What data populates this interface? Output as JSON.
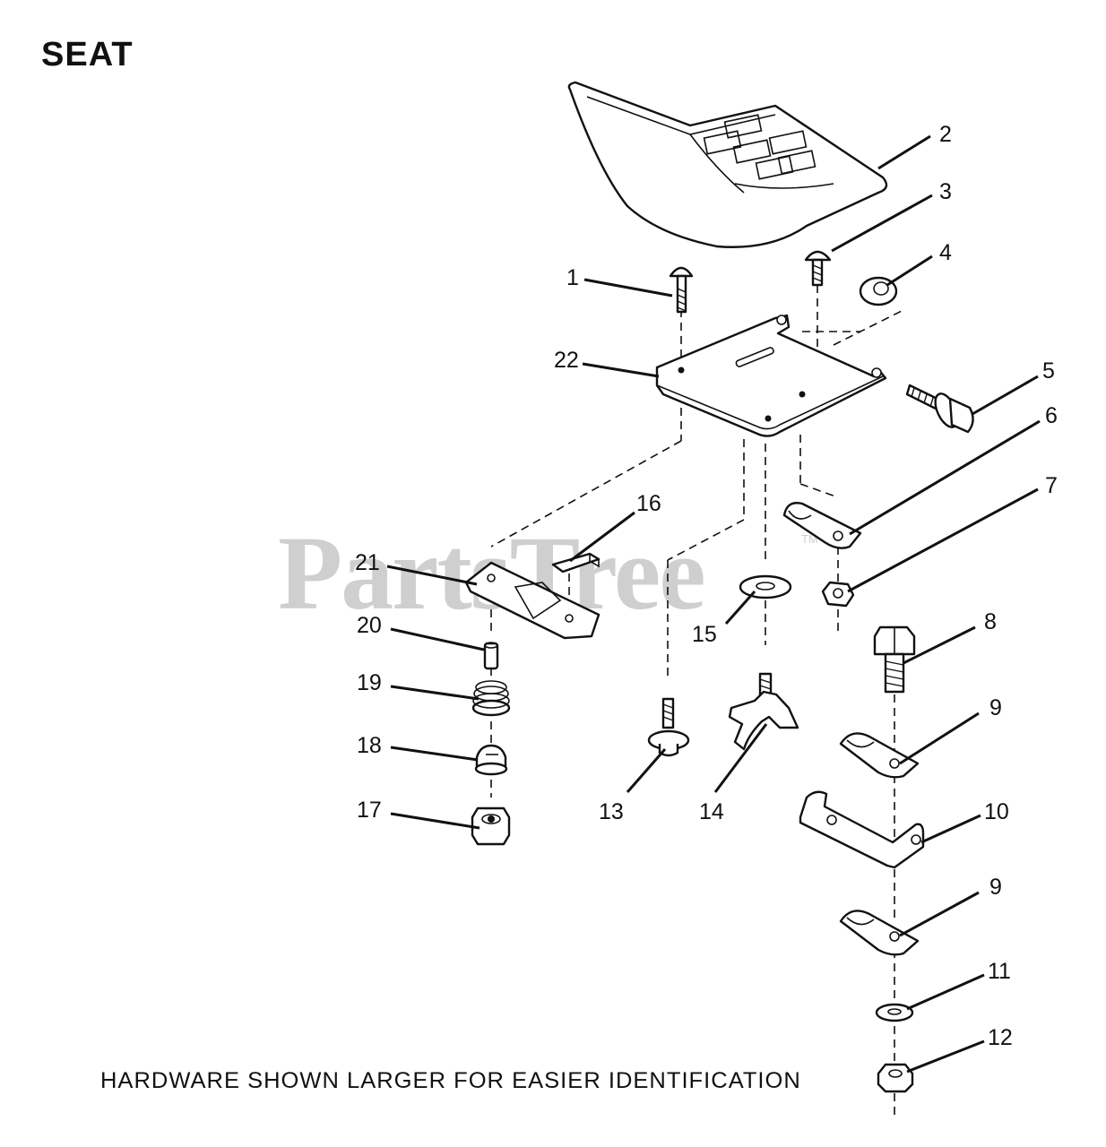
{
  "title": "SEAT",
  "footer": "HARDWARE SHOWN LARGER FOR EASIER IDENTIFICATION",
  "watermark": {
    "text": "PartsTree",
    "mark": "TM"
  },
  "callouts": [
    "1",
    "2",
    "3",
    "4",
    "5",
    "6",
    "7",
    "8",
    "9",
    "10",
    "9",
    "11",
    "12",
    "13",
    "14",
    "15",
    "16",
    "17",
    "18",
    "19",
    "20",
    "21",
    "22"
  ]
}
